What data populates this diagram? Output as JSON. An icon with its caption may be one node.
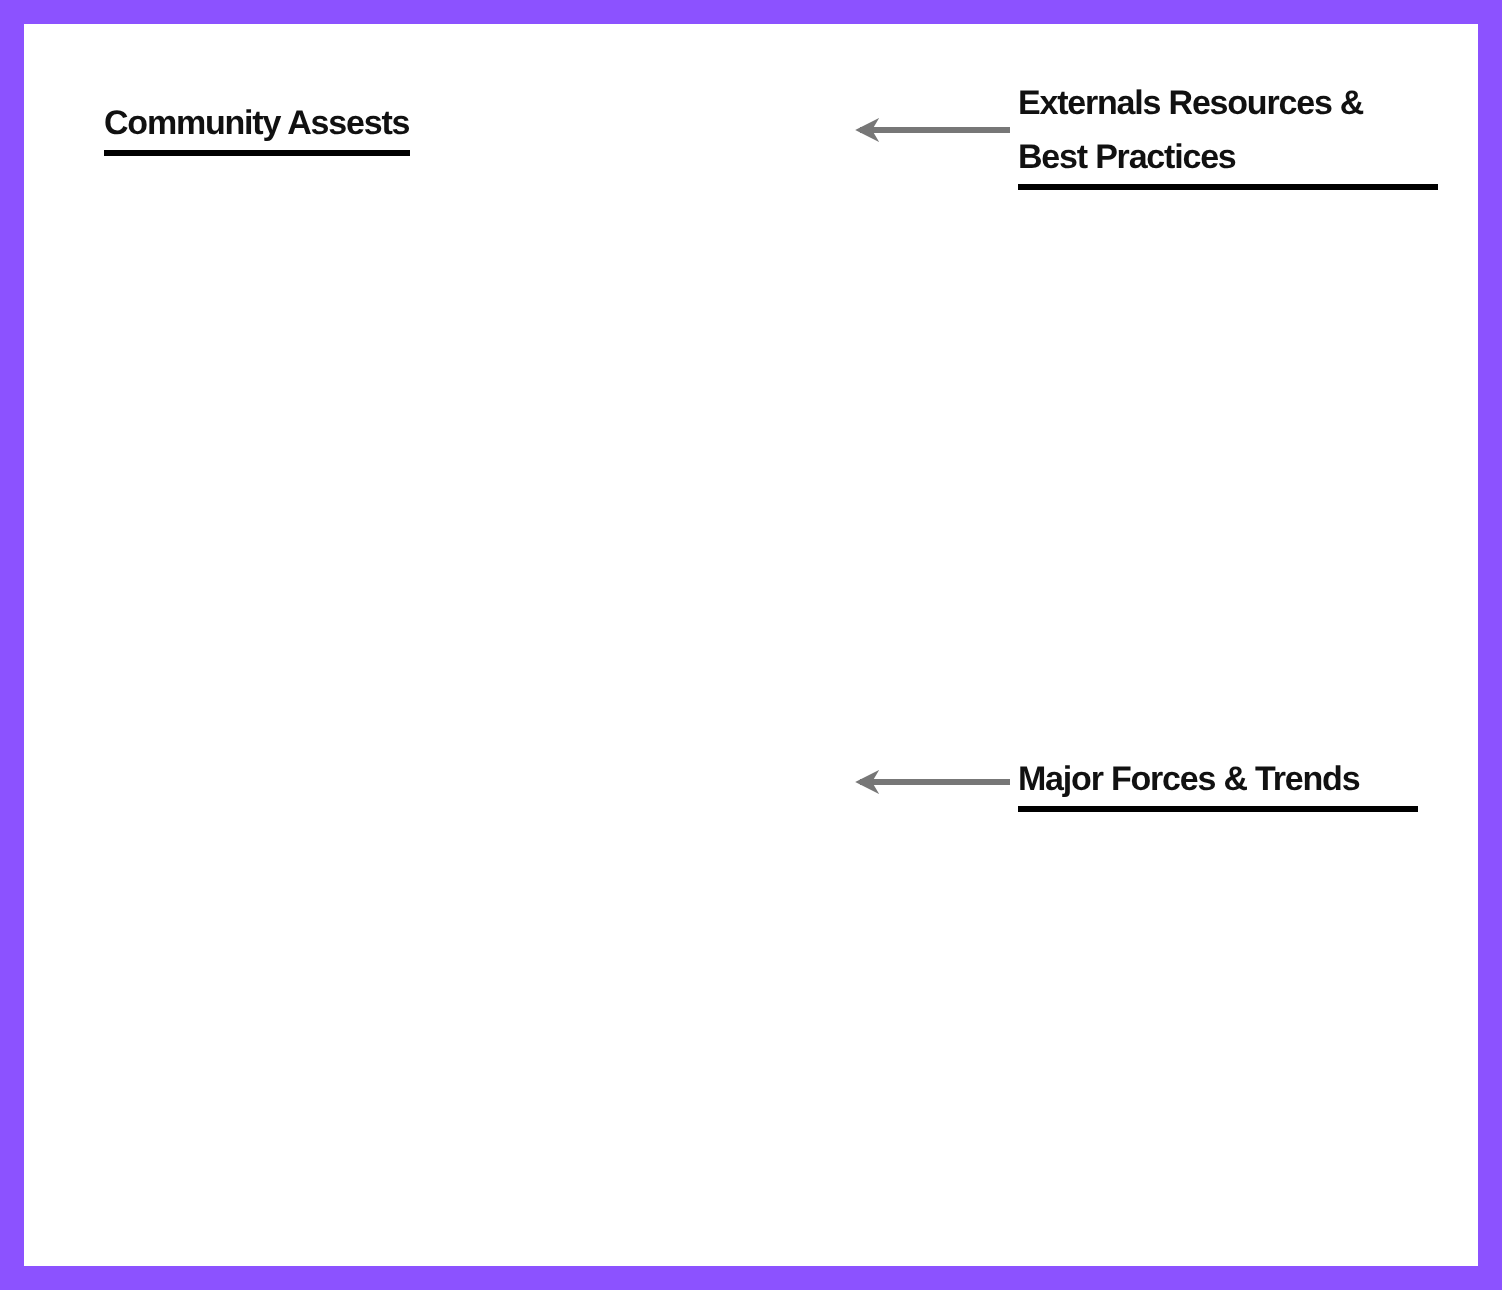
{
  "diagram": {
    "nodes": [
      {
        "text": [
          "Externals Resources & Best Practices"
        ]
      },
      {
        "text": [
          "Major Forces & Trends"
        ]
      }
    ],
    "edges": [
      {
        "from": 0,
        "to": null,
        "arrow": "to"
      },
      {
        "from": 1,
        "to": null,
        "arrow": "to"
      }
    ],
    "labels": [
      "Community Assests"
    ]
  }
}
